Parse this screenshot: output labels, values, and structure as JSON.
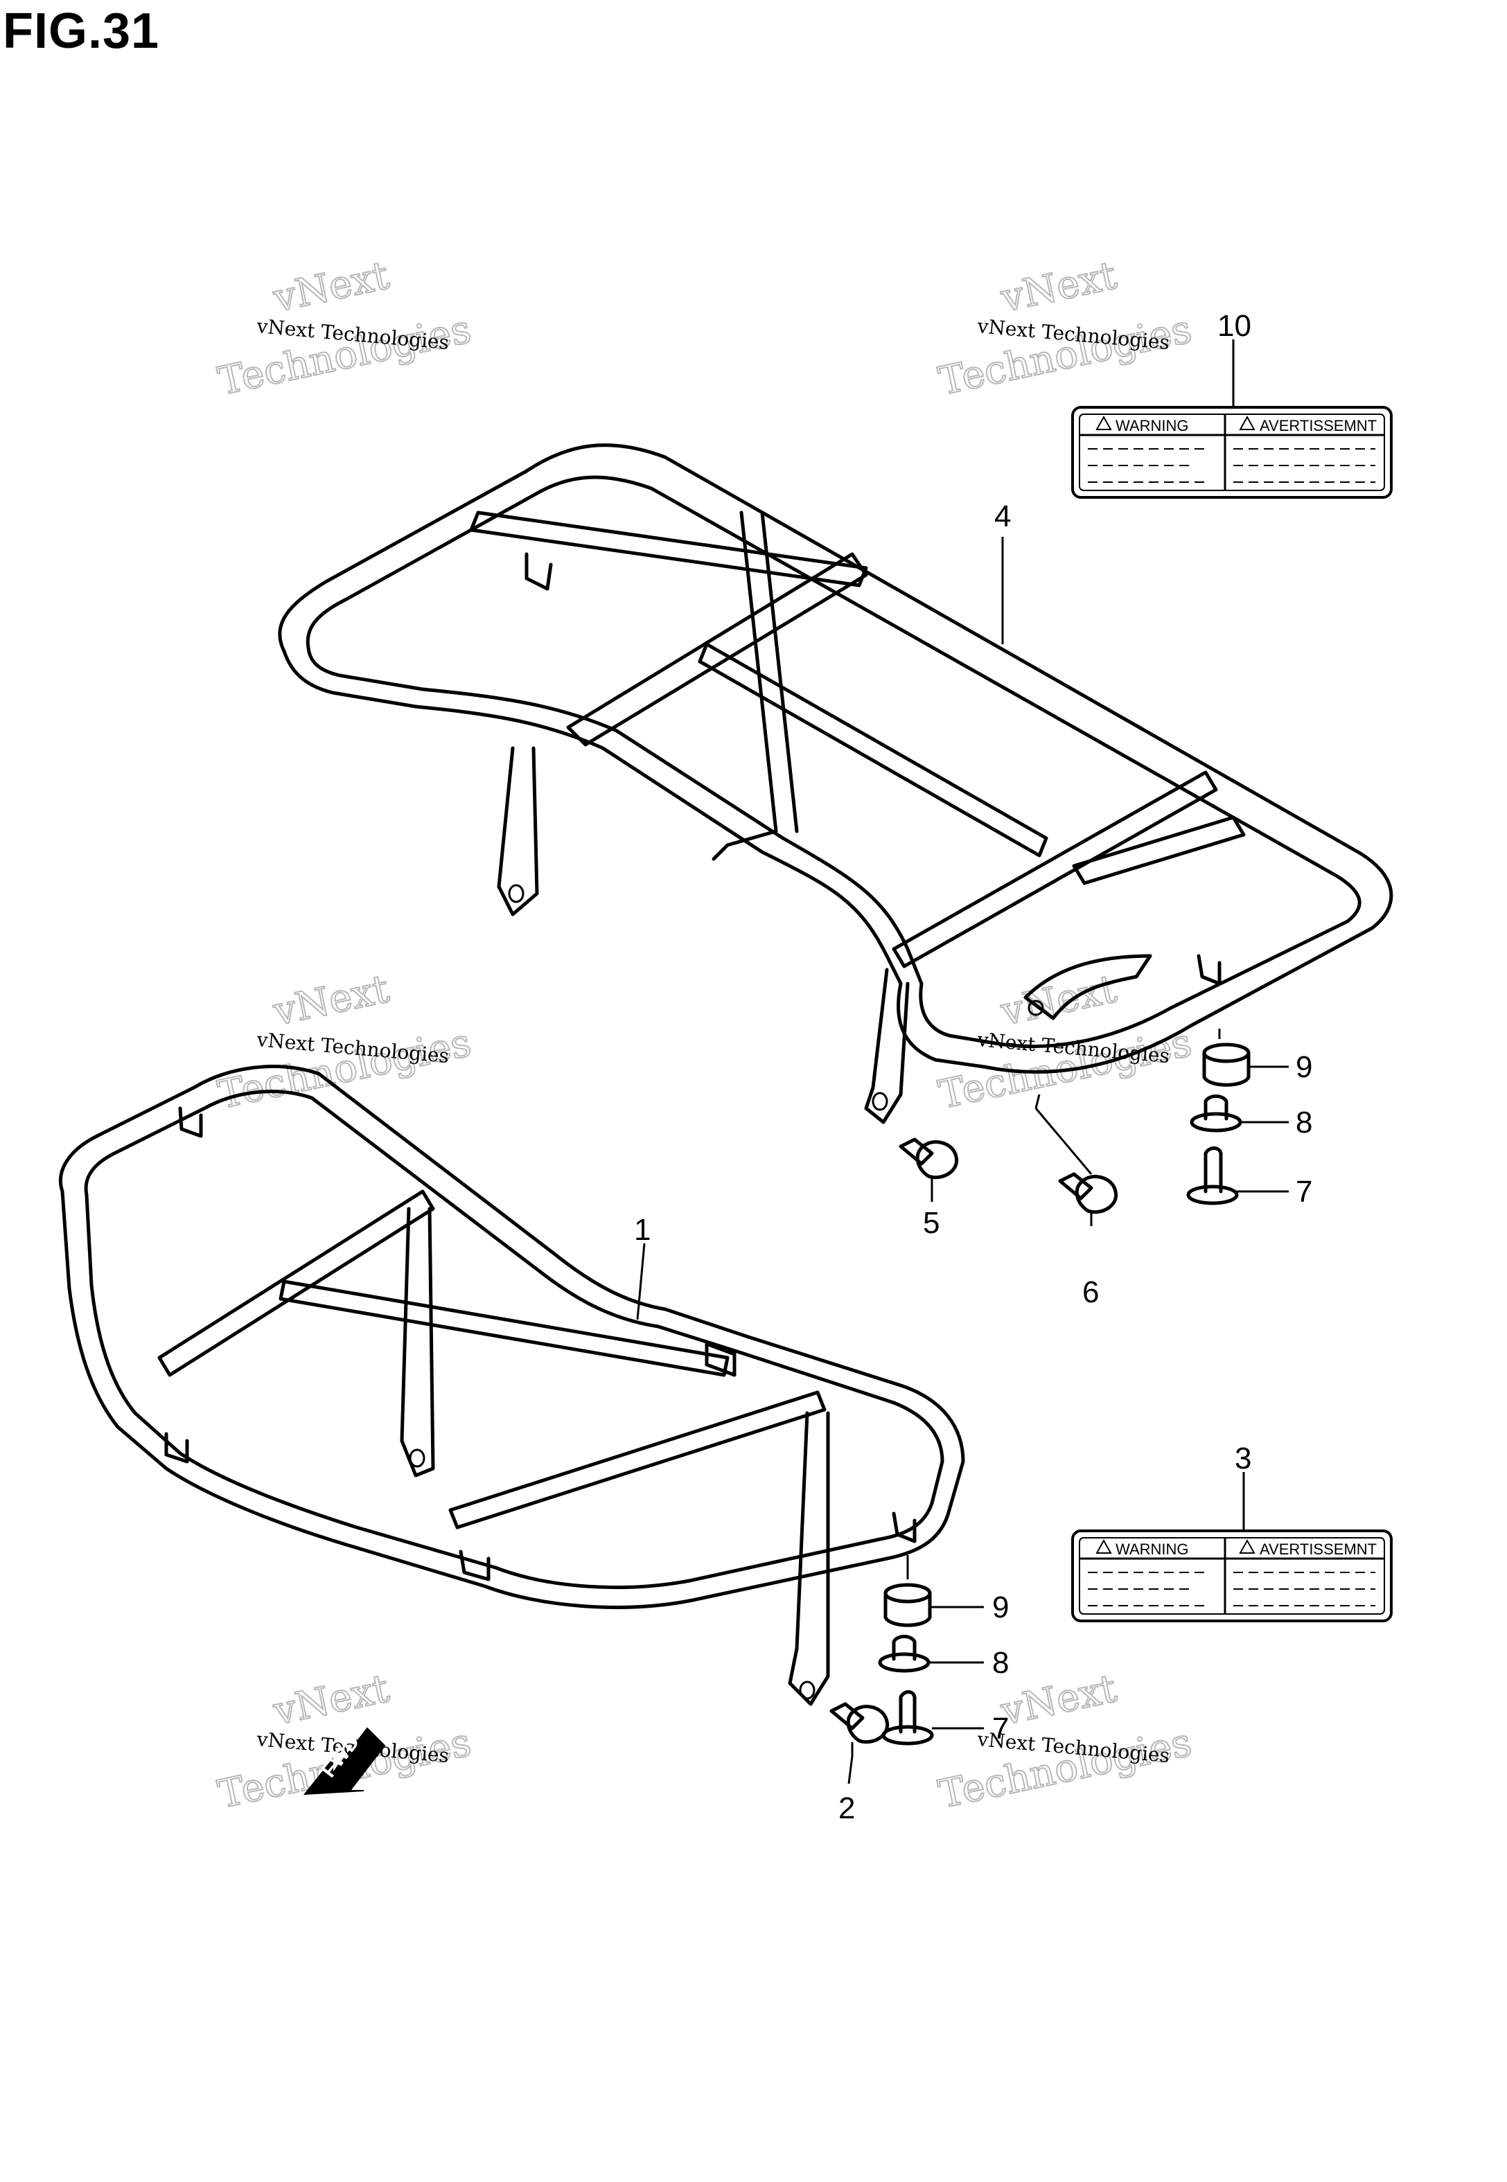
{
  "figure": {
    "title": "FIG.31"
  },
  "callouts": [
    {
      "id": "c1",
      "label": "1"
    },
    {
      "id": "c2",
      "label": "2"
    },
    {
      "id": "c3",
      "label": "3"
    },
    {
      "id": "c4",
      "label": "4"
    },
    {
      "id": "c5",
      "label": "5"
    },
    {
      "id": "c6",
      "label": "6"
    },
    {
      "id": "c7a",
      "label": "7"
    },
    {
      "id": "c7b",
      "label": "7"
    },
    {
      "id": "c8a",
      "label": "8"
    },
    {
      "id": "c8b",
      "label": "8"
    },
    {
      "id": "c9a",
      "label": "9"
    },
    {
      "id": "c9b",
      "label": "9"
    },
    {
      "id": "c10",
      "label": "10"
    }
  ],
  "warning_labels": [
    {
      "left": "WARNING",
      "right": "AVERTISSEMNT"
    },
    {
      "left": "WARNING",
      "right": "AVERTISSEMNT"
    }
  ],
  "fwd_marker": "FWD",
  "watermark": {
    "line1": "vNext Technologies",
    "big1": "vNext",
    "big2": "Technologies"
  }
}
